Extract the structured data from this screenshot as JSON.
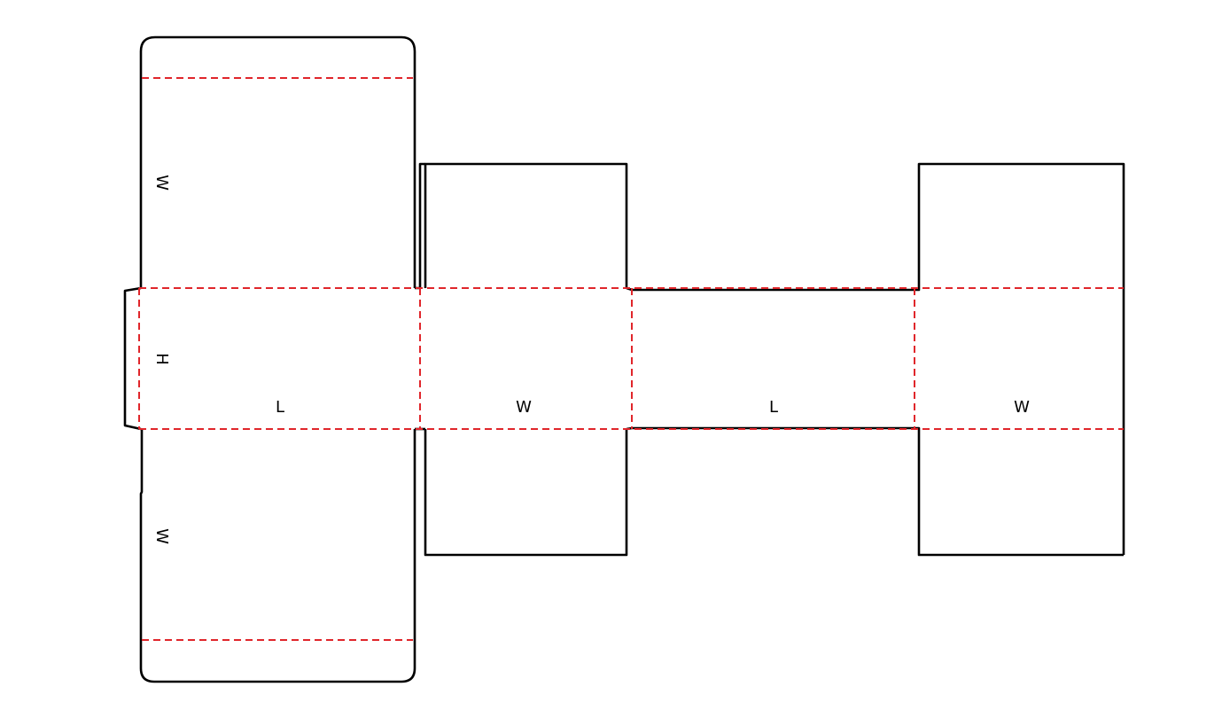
{
  "colors": {
    "cut_line": "#000000",
    "fold_line": "#e0262b",
    "label": "#000000",
    "background": "#ffffff"
  },
  "labels": {
    "flap_top_w": "W",
    "height_h": "H",
    "flap_bottom_w": "W",
    "panel_1_l": "L",
    "panel_2_w": "W",
    "panel_3_l": "L",
    "panel_4_w": "W"
  }
}
